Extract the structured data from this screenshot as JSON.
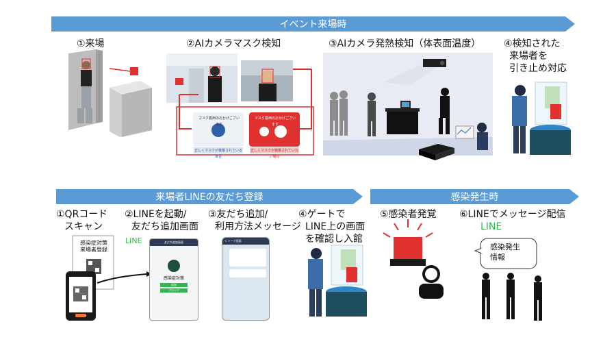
{
  "top_banner": "イベント来場時",
  "steps_top": [
    {
      "label": "①来場"
    },
    {
      "label": "②AIカメラマスク検知"
    },
    {
      "label": "③AIカメラ発熱検知（体表面温度）"
    },
    {
      "label_lines": [
        "④検知された",
        "来場者を",
        "引き止め対応"
      ]
    }
  ],
  "mask_cards": {
    "ok_title": "マスク着用のおかげございます",
    "ng_title": "マスク着用のおかげございます",
    "ok_caption": "正しくマスクが装着されている場合",
    "ng_caption": "正しくマスクが装着されていない場合"
  },
  "bottom_banner_left": "来場者LINEの友だち登録",
  "bottom_banner_right": "感染発生時",
  "steps_bottom": [
    {
      "label_lines": [
        "①QRコード",
        "スキャン"
      ]
    },
    {
      "label_lines": [
        "②LINEを起動/",
        "友だち追加画面"
      ]
    },
    {
      "label_lines": [
        "③友だち追加/",
        "利用方法メッセージ"
      ]
    },
    {
      "label_lines": [
        "④ゲートで",
        "LINE上の画面",
        "を確認し入館"
      ]
    },
    {
      "label_lines": [
        "⑤感染者発覚"
      ]
    },
    {
      "label_lines": [
        "⑥LINEでメッセージ配信"
      ]
    }
  ],
  "poster_lines": [
    "感染症対策",
    "来場者登録"
  ],
  "line_label_1": "LINE",
  "line_label_2": "LINE",
  "phone2": {
    "header": "友だち追加画面",
    "name": "感染症対策",
    "btn": "追加",
    "btn2": "ブロック"
  },
  "phone3": {
    "header": "< トーク画面"
  },
  "bubble_lines": [
    "感染発生",
    "情報"
  ],
  "colors": {
    "banner": "#5b9bd5",
    "alert_red": "#e03030",
    "line_green": "#2fb84b",
    "dark_teal": "#1f4e5f",
    "person_blue": "#3c6ea8"
  }
}
